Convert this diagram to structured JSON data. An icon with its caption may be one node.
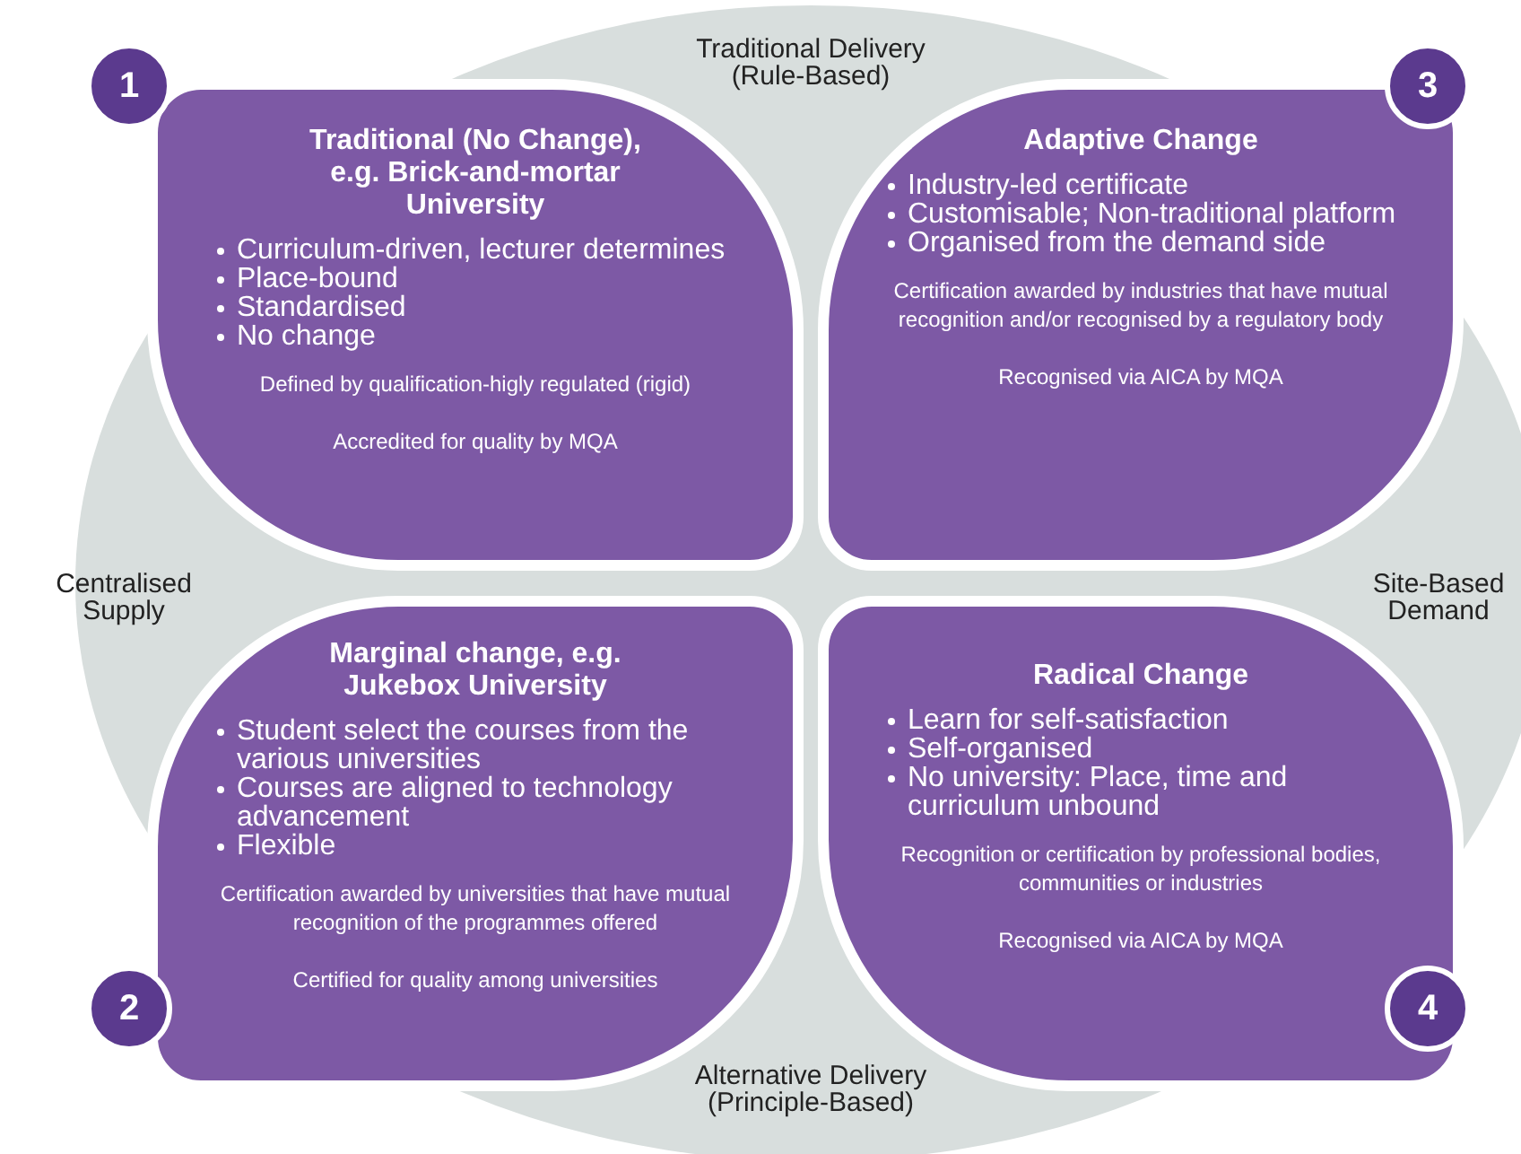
{
  "diagram": {
    "nodes": [
      {
        "text": [
          "Traditional (No Change), e.g. Brick-and-mortar University",
          "Curriculum-driven, lecturer determines",
          "Place-bound",
          "Standardised",
          "No change",
          "Defined by qualification-higly regulated (rigid)",
          "Accredited for quality by MQA"
        ]
      },
      {
        "text": [
          "1"
        ]
      },
      {
        "text": [
          "Adaptive Change",
          "Industry-led certificate",
          "Customisable; Non-traditional platform",
          "Organised from the demand side",
          "Certification awarded by industries that have mutual recognition and/or recognised by a regulatory body",
          "Recognised via AICA by MQA"
        ]
      },
      {
        "text": [
          "3"
        ]
      },
      {
        "text": [
          "Marginal change, e.g. Jukebox University",
          "Student select the courses from the various universities",
          "Courses are aligned to technology advancement",
          "Flexible",
          "Certification awarded by universities that have mutual recognition of the programmes offered",
          "Certified for quality among universities"
        ]
      },
      {
        "text": [
          "2"
        ]
      },
      {
        "text": [
          "Radical Change",
          "Learn for self-satisfaction",
          "Self-organised",
          "No university: Place, time and curriculum unbound",
          "Recognition or certification by professional bodies, communities or industries",
          "Recognised via AICA by MQA"
        ]
      },
      {
        "text": [
          "4"
        ]
      }
    ],
    "edges": [],
    "labels": [
      "Traditional Delivery (Rule-Based)",
      "Centralised Supply",
      "Site-Based Demand",
      "Alternative Delivery (Principle-Based)"
    ]
  }
}
